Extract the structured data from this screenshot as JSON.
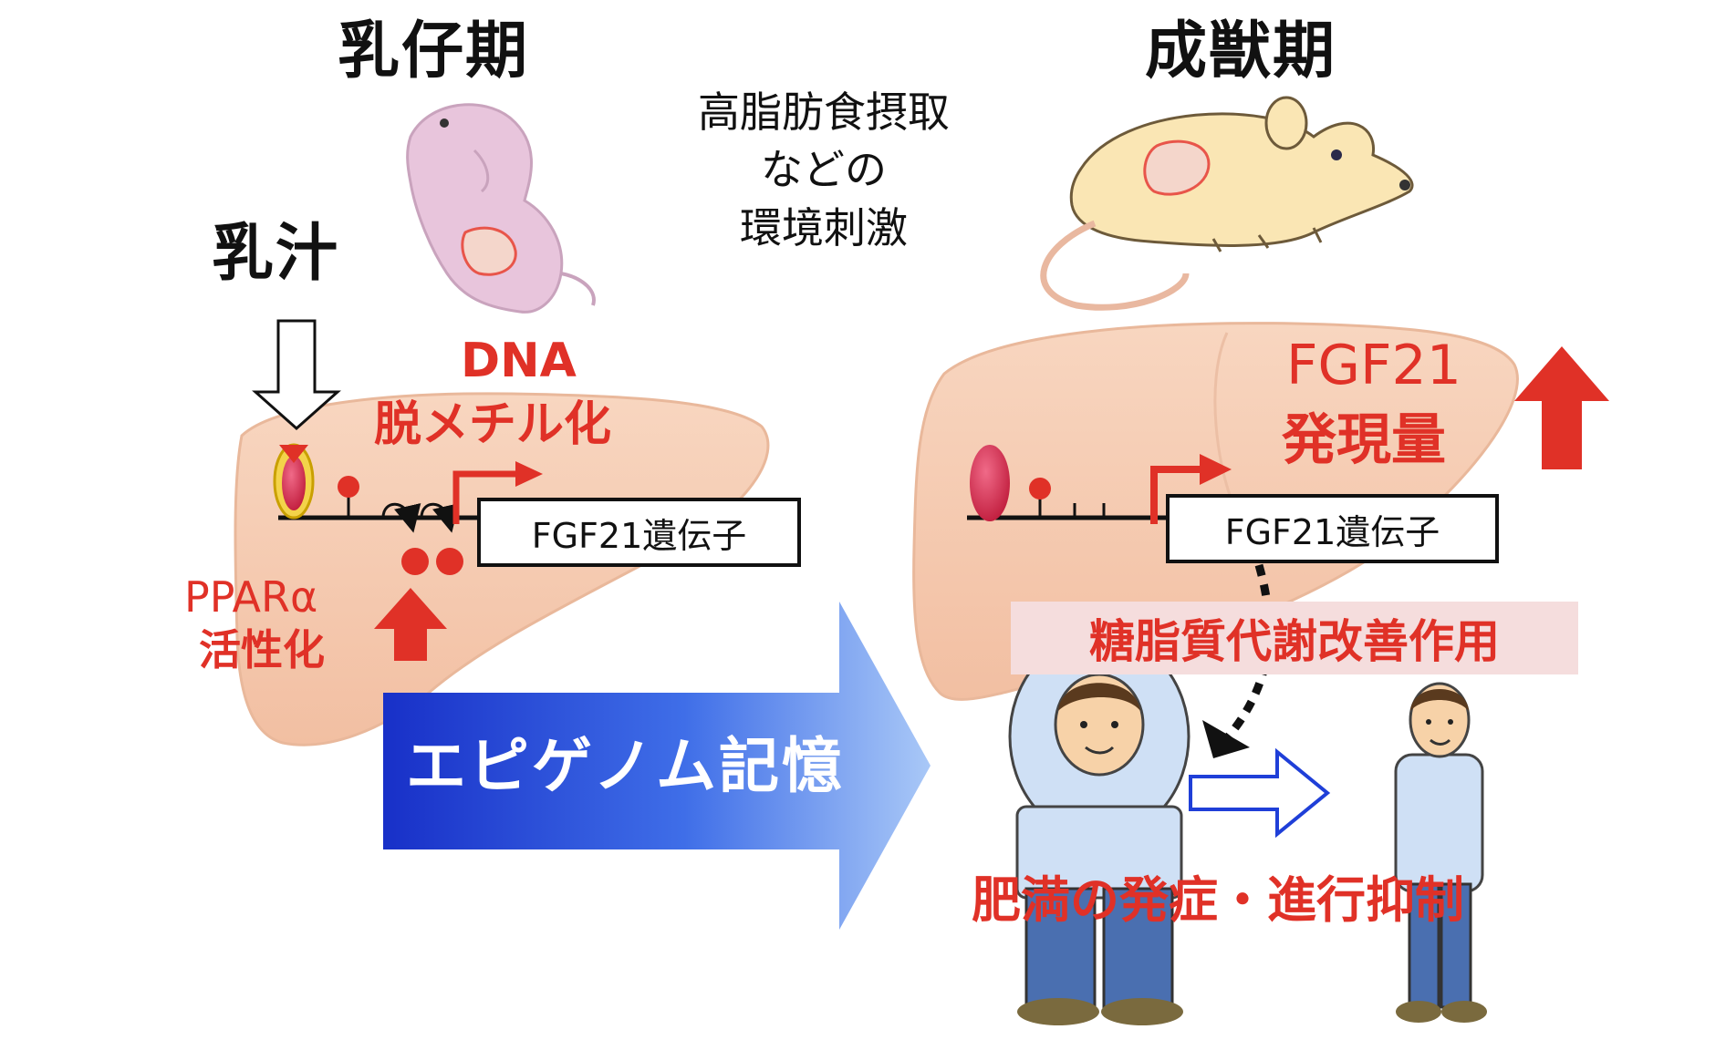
{
  "left": {
    "stage_title": "乳仔期",
    "input_label": "乳汁",
    "dna_label_line1": "DNA",
    "dna_label_line2": "脱メチル化",
    "ppar_line1": "PPARα",
    "ppar_line2": "活性化",
    "gene_label": "FGF21遺伝子"
  },
  "center": {
    "arrow_label": "エピゲノム記憶"
  },
  "right": {
    "stage_title": "成獣期",
    "stimulus_text": "高脂肪食摂取\nなどの\n環境刺激",
    "fgf_line1": "FGF21",
    "fgf_line2": "発現量",
    "gene_label": "FGF21遺伝子",
    "effect_label": "糖脂質代謝改善作用",
    "outcome_label": "肥満の発症・進行抑制"
  },
  "colors": {
    "accent_red": "#e03127",
    "liver": "#f6c9ae",
    "arrow_blue": "#1f3fd8",
    "shirt": "#cfe0f5",
    "pants": "#4a6fb0",
    "mouse": "#fae6b4",
    "pup": "#e8c5dc"
  }
}
